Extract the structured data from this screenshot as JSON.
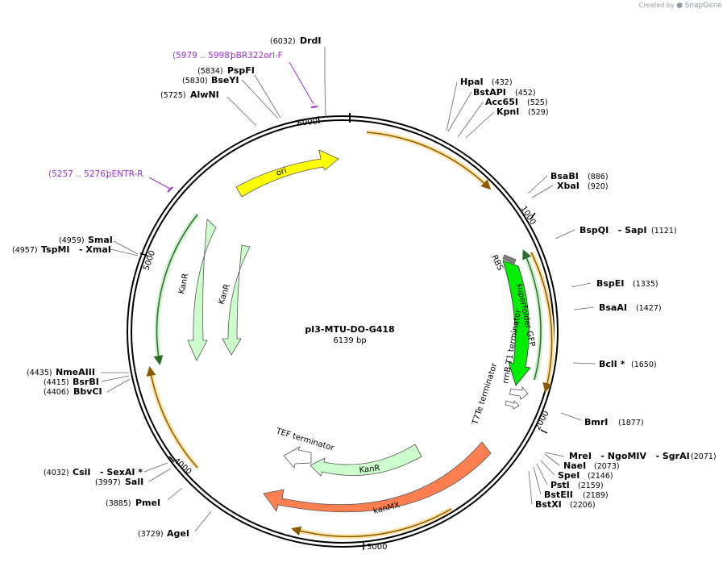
{
  "credit": {
    "prefix": "Created by",
    "brand": "SnapGene"
  },
  "plasmid": {
    "name": "pI3-MTU-DO-G418",
    "length_label": "6139 bp",
    "length": 6139
  },
  "ticks": [
    {
      "pos": 1000,
      "label": "1000"
    },
    {
      "pos": 2000,
      "label": "2000"
    },
    {
      "pos": 3000,
      "label": "3000"
    },
    {
      "pos": 4000,
      "label": "4000"
    },
    {
      "pos": 5000,
      "label": "5000"
    },
    {
      "pos": 6000,
      "label": "6000"
    }
  ],
  "sites": [
    {
      "name": "DrdI",
      "pos_label": "(6032)",
      "bp": 6032
    },
    {
      "name": "PspFI",
      "pos_label": "(5834)",
      "bp": 5834
    },
    {
      "name": "BseYI",
      "pos_label": "(5830)",
      "bp": 5830
    },
    {
      "name": "AlwNI",
      "pos_label": "(5725)",
      "bp": 5725
    },
    {
      "name": "HpaI",
      "pos_label": "(432)",
      "bp": 432
    },
    {
      "name": "BstAPI",
      "pos_label": "(452)",
      "bp": 452
    },
    {
      "name": "Acc65I",
      "pos_label": "(525)",
      "bp": 525
    },
    {
      "name": "KpnI",
      "pos_label": "(529)",
      "bp": 529
    },
    {
      "name": "BsaBI",
      "pos_label": "(886)",
      "bp": 886
    },
    {
      "name": "XbaI",
      "pos_label": "(920)",
      "bp": 920
    },
    {
      "name": "BspQI   - SapI",
      "pos_label": "(1121)",
      "bp": 1121
    },
    {
      "name": "BspEI",
      "pos_label": "(1335)",
      "bp": 1335
    },
    {
      "name": "BsaAI",
      "pos_label": "(1427)",
      "bp": 1427
    },
    {
      "name": "BclI *",
      "pos_label": "(1650)",
      "bp": 1650
    },
    {
      "name": "BmrI",
      "pos_label": "(1877)",
      "bp": 1877
    },
    {
      "name": "MreI   - NgoMIV   - SgrAI",
      "pos_label": "(2071)",
      "bp": 2071
    },
    {
      "name": "NaeI",
      "pos_label": "(2073)",
      "bp": 2073
    },
    {
      "name": "SpeI",
      "pos_label": "(2146)",
      "bp": 2146
    },
    {
      "name": "PstI",
      "pos_label": "(2159)",
      "bp": 2159
    },
    {
      "name": "BstEII",
      "pos_label": "(2189)",
      "bp": 2189
    },
    {
      "name": "BstXI",
      "pos_label": "(2206)",
      "bp": 2206
    },
    {
      "name": "AgeI",
      "pos_label": "(3729)",
      "bp": 3729
    },
    {
      "name": "PmeI",
      "pos_label": "(3885)",
      "bp": 3885
    },
    {
      "name": "SalI",
      "pos_label": "(3997)",
      "bp": 3997
    },
    {
      "name": "CsiI   - SexAI *",
      "pos_label": "(4032)",
      "bp": 4032
    },
    {
      "name": "BbvCI",
      "pos_label": "(4406)",
      "bp": 4406
    },
    {
      "name": "BsrBI",
      "pos_label": "(4415)",
      "bp": 4415
    },
    {
      "name": "NmeAIII",
      "pos_label": "(4435)",
      "bp": 4435
    },
    {
      "name": "TspMI   - XmaI",
      "pos_label": "(4957)",
      "bp": 4957
    },
    {
      "name": "SmaI",
      "pos_label": "(4959)",
      "bp": 4959
    }
  ],
  "primers": [
    {
      "name": "pBR322ori-F",
      "pos_label": "(5979 .. 5998)"
    },
    {
      "name": "pENTR-R",
      "pos_label": "(5257 .. 5276)"
    }
  ],
  "features": [
    {
      "name": "ori",
      "color": "#ffff00"
    },
    {
      "name": "KanR",
      "color": "#ccffcc"
    },
    {
      "name": "KanR",
      "color": "#ccffcc"
    },
    {
      "name": "RBS",
      "color": "#808080"
    },
    {
      "name": "superfolder GFP",
      "color": "#00ee00"
    },
    {
      "name": "rrnB T1 terminator",
      "color": "#ffffff"
    },
    {
      "name": "T7Te terminator",
      "color": "#ffffff"
    },
    {
      "name": "TEF terminator",
      "color": "#ffffff"
    },
    {
      "name": "KanR",
      "color": "#ccffcc"
    },
    {
      "name": "kanMX",
      "color": "#ff7f50"
    }
  ],
  "colors": {
    "backbone": "#000000",
    "orf_arrow": "#c8860a",
    "orf_glow": "#fde3a7",
    "kan_line": "#2e6b2e",
    "kan_glow": "#ccf2cc",
    "primer": "#9b30d9"
  }
}
